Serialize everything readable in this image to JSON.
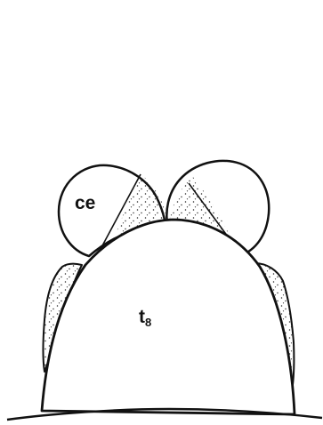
{
  "figure": {
    "labels": {
      "cercus": "ce",
      "tergite_main": "t",
      "tergite_sub": "8"
    },
    "ink_color": "#111111",
    "background_color": "#ffffff"
  }
}
